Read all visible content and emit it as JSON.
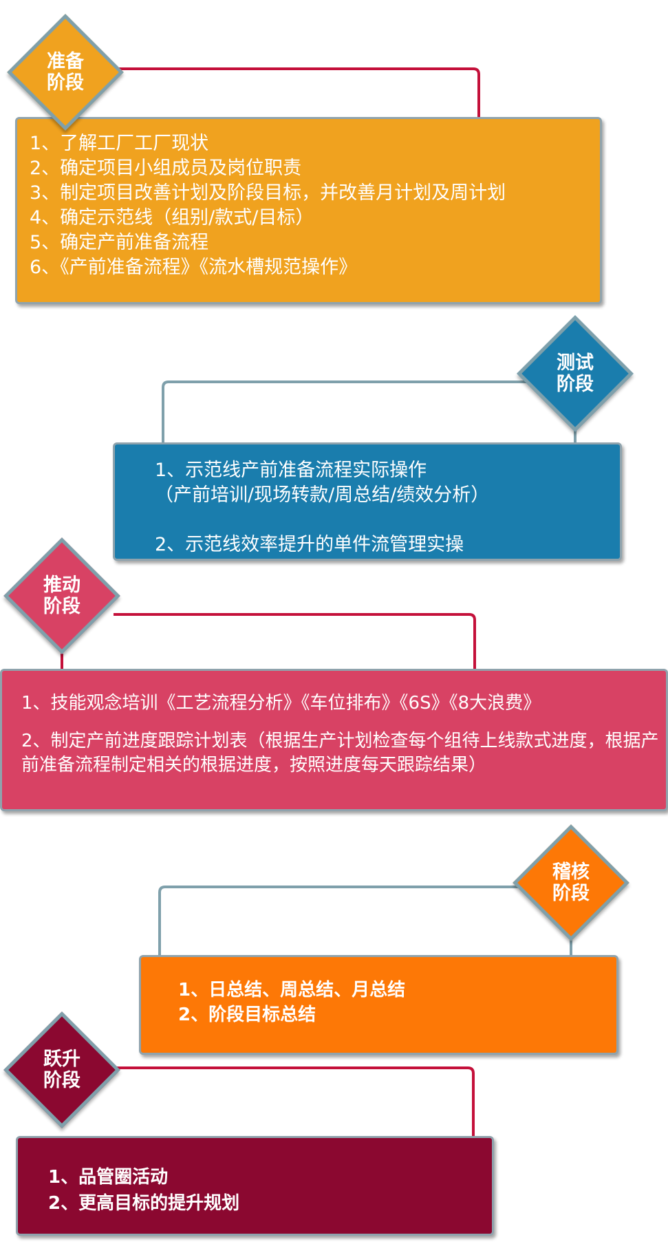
{
  "colors": {
    "prep": "#f0a21f",
    "test": "#1a7dad",
    "push": "#d84264",
    "audit": "#fd7806",
    "leap": "#8b0830",
    "line_red": "#c4103a",
    "line_gray": "#7fa0ab"
  },
  "stages": {
    "prep": {
      "label_line1": "准备",
      "label_line2": "阶段",
      "items": [
        "1、了解工厂工厂现状",
        "2、确定项目小组成员及岗位职责",
        "3、制定项目改善计划及阶段目标，并改善月计划及周计划",
        "4、确定示范线（组别/款式/目标）",
        "5、确定产前准备流程",
        "6、《产前准备流程》《流水槽规范操作》"
      ]
    },
    "test": {
      "label_line1": "测试",
      "label_line2": "阶段",
      "items": [
        "1、示范线产前准备流程实际操作",
        "（产前培训/现场转款/周总结/绩效分析）",
        "2、示范线效率提升的单件流管理实操"
      ]
    },
    "push": {
      "label_line1": "推动",
      "label_line2": "阶段",
      "items": [
        "1、技能观念培训《工艺流程分析》《车位排布》《6S》《8大浪费》",
        "2、制定产前进度跟踪计划表（根据生产计划检查每个组待上线款式进度，根据产前准备流程制定相关的根据进度，按照进度每天跟踪结果）"
      ]
    },
    "audit": {
      "label_line1": "稽核",
      "label_line2": "阶段",
      "items": [
        "1、日总结、周总结、月总结",
        "2、阶段目标总结"
      ]
    },
    "leap": {
      "label_line1": "跃升",
      "label_line2": "阶段",
      "items": [
        "1、品管圈活动",
        "2、更高目标的提升规划"
      ]
    }
  }
}
